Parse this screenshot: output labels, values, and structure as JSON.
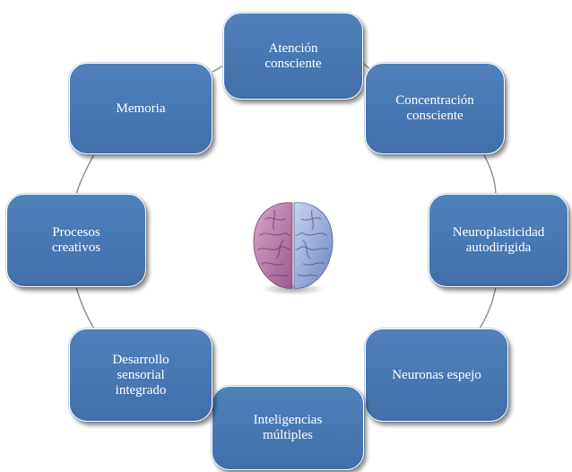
{
  "diagram": {
    "nodes": [
      {
        "label": "Atención\nconsciente"
      },
      {
        "label": "Concentración\nconsciente"
      },
      {
        "label": "Neuroplasticidad\nautodirigida"
      },
      {
        "label": "Neuronas espejo"
      },
      {
        "label": "Inteligencias\nmúltiples"
      },
      {
        "label": "Desarrollo\nsensorial\nintegrado"
      },
      {
        "label": "Procesos\ncreativos"
      },
      {
        "label": "Memoria"
      }
    ],
    "colors": {
      "node_fill": "#4f81bd",
      "node_text": "#ffffff",
      "connector": "#8b8b8b"
    },
    "center_image": "brain-icon"
  }
}
